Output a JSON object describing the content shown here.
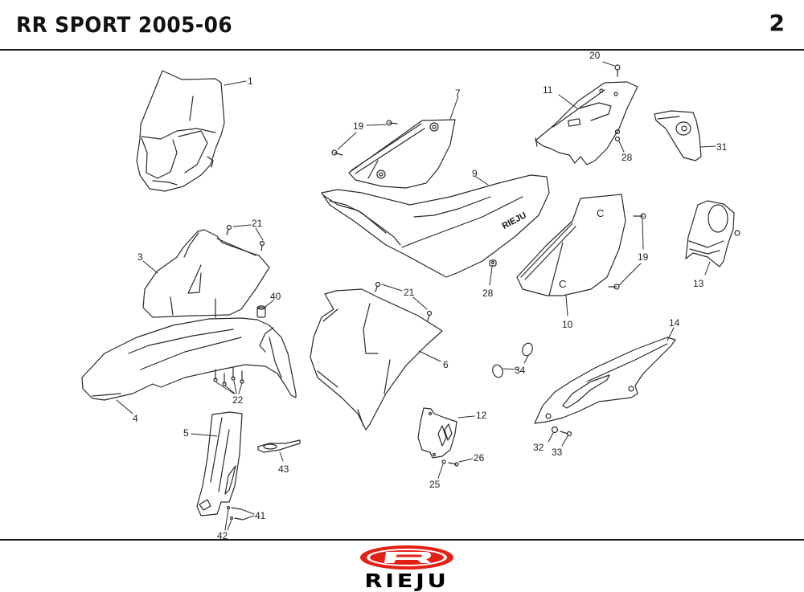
{
  "header": {
    "title": "RR SPORT 2005-06",
    "page_number": "2"
  },
  "footer": {
    "brand": "RIEJU",
    "logo_letter": "R",
    "logo_color": "#e32018"
  },
  "colors": {
    "line_art": "#2a2a2a",
    "rule": "#1a1a1a",
    "background": "#ffffff"
  },
  "callouts": [
    {
      "id": "1",
      "label": "1",
      "part": "headlight-fairing"
    },
    {
      "id": "3",
      "label": "3",
      "part": "fuel-tank-side-scoop"
    },
    {
      "id": "4",
      "label": "4",
      "part": "front-fender"
    },
    {
      "id": "5",
      "label": "5",
      "part": "fork-protector"
    },
    {
      "id": "6",
      "label": "6",
      "part": "radiator-side-panel"
    },
    {
      "id": "7",
      "label": "7",
      "part": "left-side-number-plate"
    },
    {
      "id": "9",
      "label": "9",
      "part": "seat"
    },
    {
      "id": "10",
      "label": "10",
      "part": "right-side-number-plate"
    },
    {
      "id": "11",
      "label": "11",
      "part": "rear-fender"
    },
    {
      "id": "12",
      "label": "12",
      "part": "front-sprocket-cover"
    },
    {
      "id": "13",
      "label": "13",
      "part": "airbox-cover"
    },
    {
      "id": "14",
      "label": "14",
      "part": "chain-guard"
    },
    {
      "id": "19a",
      "label": "19",
      "part": "screw"
    },
    {
      "id": "19b",
      "label": "19",
      "part": "screw"
    },
    {
      "id": "20",
      "label": "20",
      "part": "screw"
    },
    {
      "id": "21a",
      "label": "21",
      "part": "screw"
    },
    {
      "id": "21b",
      "label": "21",
      "part": "screw"
    },
    {
      "id": "22",
      "label": "22",
      "part": "fender-screws"
    },
    {
      "id": "25",
      "label": "25",
      "part": "washer"
    },
    {
      "id": "26",
      "label": "26",
      "part": "screw"
    },
    {
      "id": "28a",
      "label": "28",
      "part": "nut"
    },
    {
      "id": "28b",
      "label": "28",
      "part": "nut"
    },
    {
      "id": "31",
      "label": "31",
      "part": "tail-light"
    },
    {
      "id": "32",
      "label": "32",
      "part": "washer"
    },
    {
      "id": "33",
      "label": "33",
      "part": "screw"
    },
    {
      "id": "34",
      "label": "34",
      "part": "clamp"
    },
    {
      "id": "40",
      "label": "40",
      "part": "spacer"
    },
    {
      "id": "41",
      "label": "41",
      "part": "screw"
    },
    {
      "id": "42",
      "label": "42",
      "part": "washer"
    },
    {
      "id": "43",
      "label": "43",
      "part": "brake-hose-guide"
    }
  ]
}
